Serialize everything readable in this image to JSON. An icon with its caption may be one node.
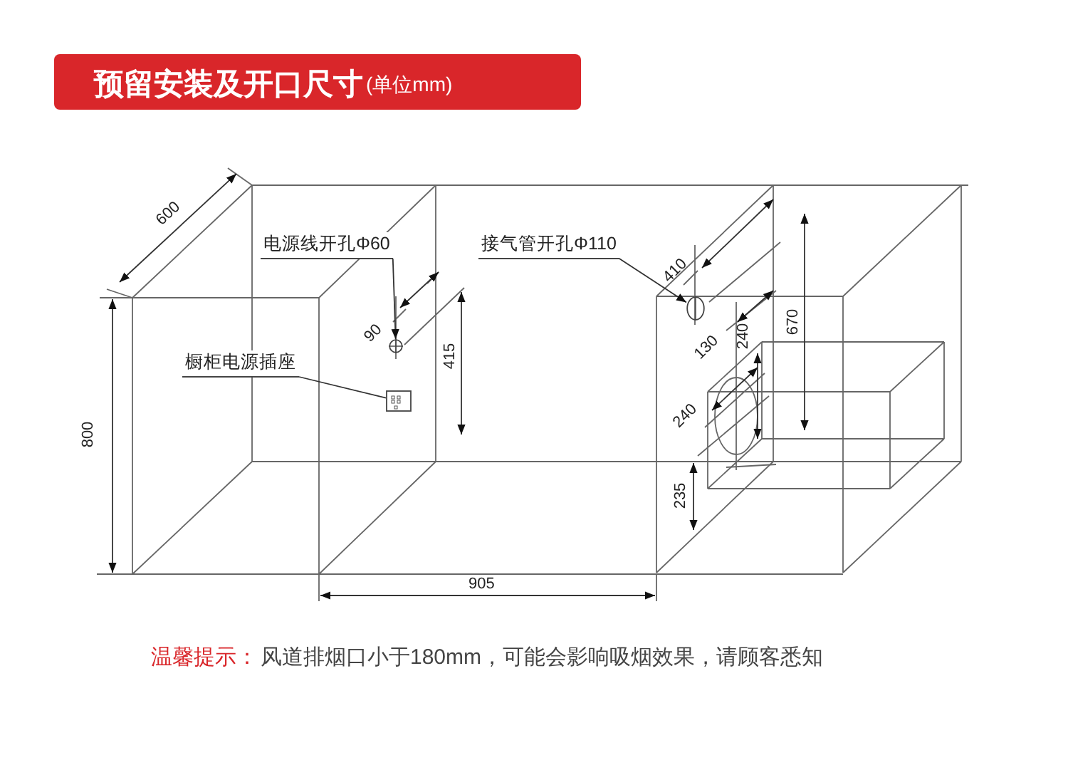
{
  "diagram": {
    "title": "预留安装及开口尺寸",
    "caption": "风道排烟口小于180mm，可能会影响吸烟效果，请顾客悉知",
    "nodes": [
      {
        "text": [
          "电源线开孔Φ60"
        ]
      },
      {
        "text": [],
        "shape": "circle"
      },
      {
        "text": [
          "橱柜电源插座"
        ]
      },
      {
        "text": [],
        "shape": "picture"
      },
      {
        "text": [
          "接气管开孔Φ110"
        ]
      },
      {
        "text": [],
        "shape": "circle"
      }
    ],
    "edges": [
      {
        "from": 0,
        "to": 1,
        "arrow": "to"
      },
      {
        "from": 2,
        "to": 3,
        "arrow": "none"
      },
      {
        "from": 4,
        "to": 5,
        "arrow": "to"
      }
    ],
    "labels": [
      "(单位mm)",
      "600",
      "410",
      "670",
      "90",
      "240",
      "415",
      "130",
      "240",
      "800",
      "235",
      "905",
      "温馨提示："
    ]
  }
}
